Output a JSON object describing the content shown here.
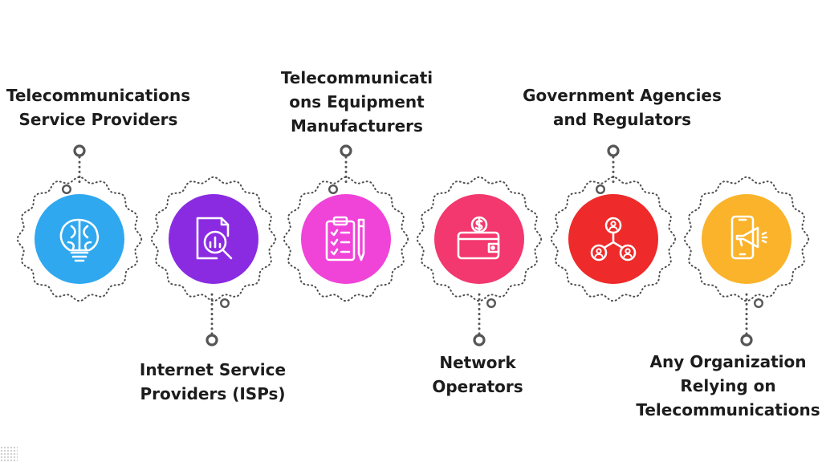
{
  "colors": {
    "ring": "#4d4d4d",
    "connector": "#555555",
    "icon_stroke": "#ffffff",
    "label_text": "#1c1c1c"
  },
  "stakeholders": [
    {
      "label": "Telecommunications\nService Providers",
      "color": "#2fa8ef",
      "icon": "brain-lightbulb-icon"
    },
    {
      "label": "Internet Service\nProviders (ISPs)",
      "color": "#8a2be2",
      "icon": "document-magnifier-chart-icon"
    },
    {
      "label": "Telecommunicati\nons Equipment\nManufacturers",
      "color": "#f043d8",
      "icon": "clipboard-checklist-pen-icon"
    },
    {
      "label": "Network\nOperators",
      "color": "#f2386e",
      "icon": "wallet-dollar-coin-icon"
    },
    {
      "label": "Government Agencies\nand Regulators",
      "color": "#ee2a2a",
      "icon": "connected-people-network-icon"
    },
    {
      "label": "Any Organization\nRelying on\nTelecommunications",
      "color": "#fab32a",
      "icon": "smartphone-megaphone-icon"
    }
  ]
}
